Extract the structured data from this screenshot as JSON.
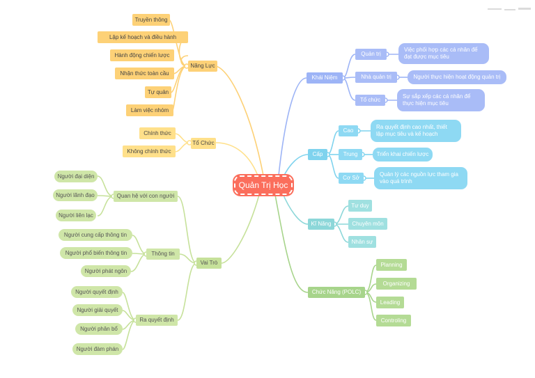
{
  "center": "Quản Trị Học",
  "left": {
    "nang_luc": {
      "label": "Năng Lực",
      "items": [
        "Truyền thông",
        "Lập kế hoạch và điều hành",
        "Hành động chiến lược",
        "Nhận thức toàn cầu",
        "Tự quản",
        "Làm việc nhóm"
      ]
    },
    "to_chuc": {
      "label": "Tổ Chức",
      "items": [
        "Chính thức",
        "Không chính thức"
      ]
    },
    "vai_tro": {
      "label": "Vai Trò",
      "groups": [
        {
          "label": "Quan hệ với con người",
          "items": [
            "Người đại diện",
            "Người lãnh đạo",
            "Người liên lạc"
          ]
        },
        {
          "label": "Thông tin",
          "items": [
            "Người cung cấp thông tin",
            "Người phổ biến thông tin",
            "Người phát ngôn"
          ]
        },
        {
          "label": "Ra quyết định",
          "items": [
            "Người quyết định",
            "Người giải quyết",
            "Người phân bổ",
            "Người đàm phán"
          ]
        }
      ]
    }
  },
  "right": {
    "khai_niem": {
      "label": "Khái Niệm",
      "items": [
        {
          "label": "Quản trị",
          "desc": "Việc phối hợp các cá nhân để đạt được mục tiêu"
        },
        {
          "label": "Nhà quản trị",
          "desc": "Người thực hiện hoạt động quản trị"
        },
        {
          "label": "Tổ chức",
          "desc": "Sự sắp xếp các cá nhân để thực hiện mục tiêu"
        }
      ]
    },
    "cap": {
      "label": "Cấp",
      "items": [
        {
          "label": "Cao",
          "desc": "Ra quyết định cao nhất, thiết lập mục tiêu và kế hoạch"
        },
        {
          "label": "Trung",
          "desc": "Triển khai chiến lược"
        },
        {
          "label": "Cơ Sở",
          "desc": "Quản lý các nguồn lực tham gia vào quá trình"
        }
      ]
    },
    "ki_nang": {
      "label": "Kĩ Năng",
      "items": [
        "Tư duy",
        "Chuyên môn",
        "Nhân sự"
      ]
    },
    "chuc_nang": {
      "label": "Chức Năng (POLC)",
      "items": [
        "Planning",
        "Organizing",
        "Leading",
        "Controling"
      ]
    }
  },
  "colors": {
    "center": "#fb6e5c",
    "orange": "#fdd177",
    "yellow": "#ffe08a",
    "blue": "#9db4f6",
    "cyan": "#7fd3ee",
    "teal": "#8cd7d9",
    "green": "#a7d48b",
    "lime": "#c6e19a"
  }
}
